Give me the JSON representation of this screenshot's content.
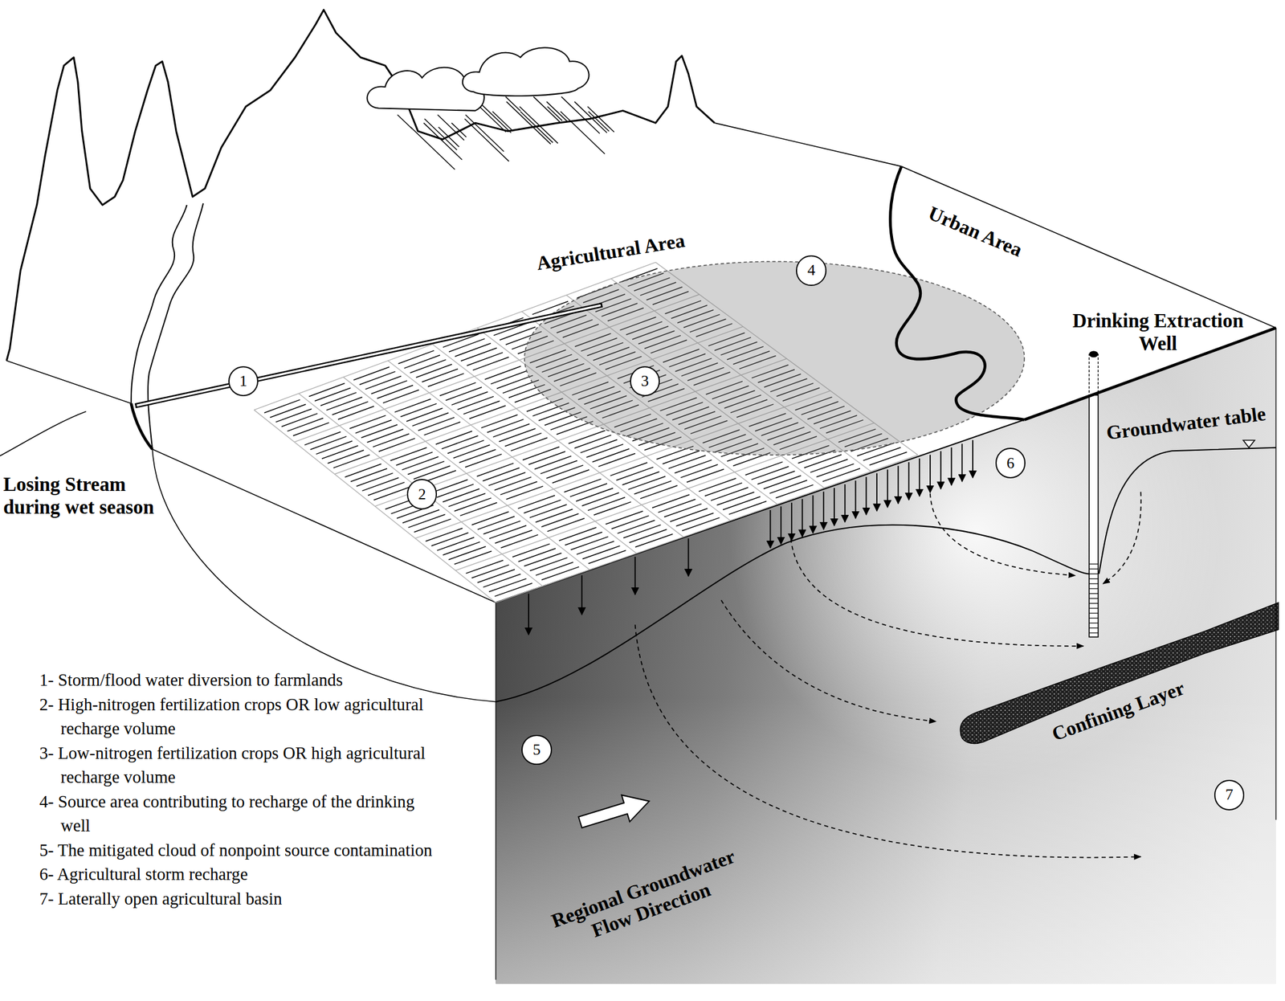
{
  "diagram": {
    "nodes": [
      {
        "text": [
          "4"
        ]
      },
      {
        "text": [
          "1"
        ]
      },
      {
        "text": [
          "3"
        ]
      },
      {
        "text": [
          "6"
        ]
      },
      {
        "text": [
          "2"
        ]
      },
      {
        "text": [
          "5"
        ]
      },
      {
        "text": [
          "7"
        ]
      }
    ],
    "labels": [
      "Agricultural Area",
      "Urban Area",
      "Drinking Extraction Well",
      "Groundwater table",
      "Losing Stream during wet season",
      "Confining Layer",
      "Regional Groundwater Flow Direction",
      "1- Storm/flood water diversion to farmlands",
      "2- High-nitrogen fertilization crops OR low agricultural recharge volume",
      "3- Low-nitrogen fertilization crops OR high agricultural recharge volume",
      "4- Source area contributing to recharge of the drinking well",
      "5- The mitigated cloud of nonpoint source contamination",
      "6- Agricultural storm recharge",
      "7- Laterally open agricultural basin"
    ]
  }
}
